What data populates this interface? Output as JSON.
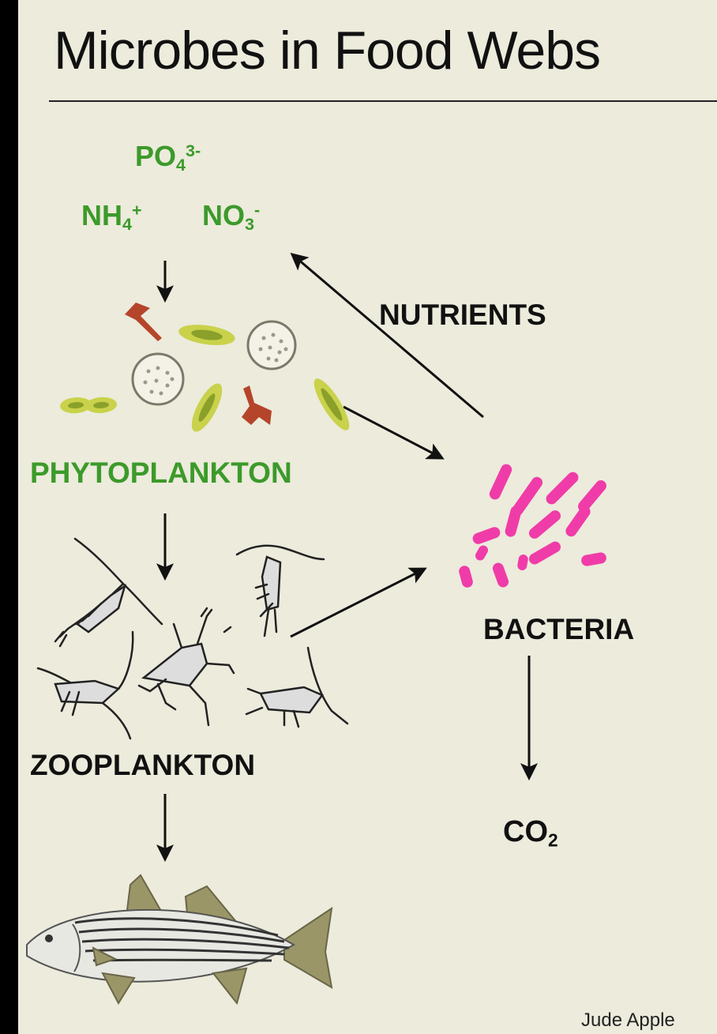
{
  "title": "Microbes in Food Webs",
  "nutrients_top": {
    "po4": {
      "base": "PO",
      "sub": "4",
      "sup": "3-"
    },
    "nh4": {
      "base": "NH",
      "sub": "4",
      "sup": "+"
    },
    "no3": {
      "base": "NO",
      "sub": "3",
      "sup": "-"
    }
  },
  "labels": {
    "nutrients": "NUTRIENTS",
    "phytoplankton": "PHYTOPLANKTON",
    "bacteria": "BACTERIA",
    "zooplankton": "ZOOPLANKTON",
    "co2": {
      "base": "CO",
      "sub": "2"
    }
  },
  "credit": "Jude Apple",
  "colors": {
    "background": "#ecebdc",
    "frame": "#000000",
    "phyto_label": "#3c9a2a",
    "bacteria": "#f03ca8",
    "arrow": "#111111"
  },
  "icons": [
    "phytoplankton-cluster-icon",
    "bacteria-cluster-icon",
    "zooplankton-cluster-icon",
    "fish-icon"
  ]
}
